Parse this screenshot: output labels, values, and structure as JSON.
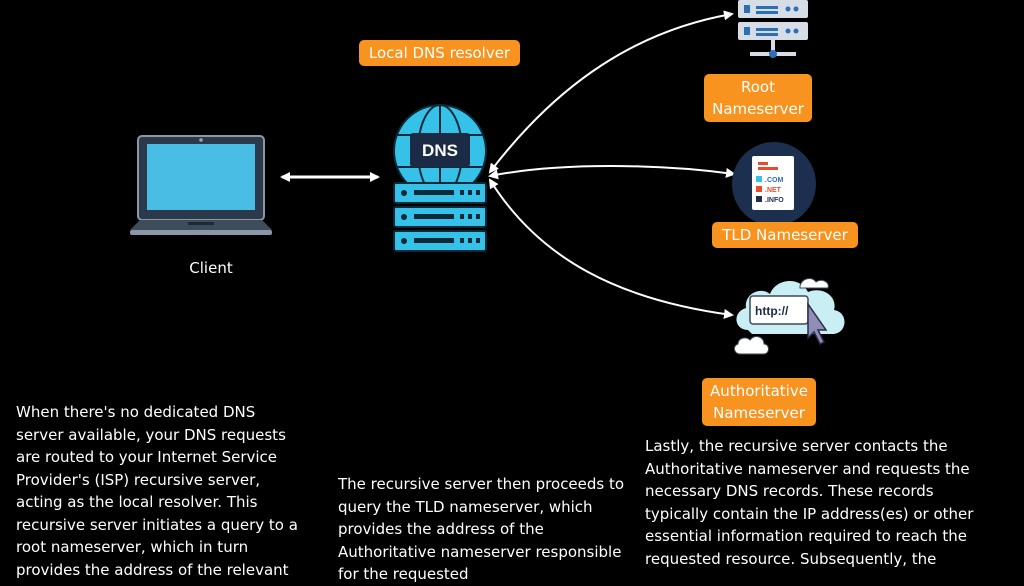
{
  "labels": {
    "resolver": "Local DNS resolver",
    "client": "Client",
    "root_line1": "Root",
    "root_line2": "Nameserver",
    "tld": "TLD Nameserver",
    "auth_line1": "Authoritative",
    "auth_line2": "Nameserver"
  },
  "icon_text": {
    "dns": "DNS",
    "com": ".COM",
    "net": ".NET",
    "info": ".INFO",
    "http": "http://"
  },
  "captions": {
    "left": "When there's no dedicated DNS server available, your DNS requests are routed to your Internet Service Provider's (ISP) recursive server, acting as the local resolver. This recursive server initiates a query to a root nameserver, which in turn provides the address of the relevant",
    "middle": "The recursive server then proceeds to query the TLD nameserver, which provides the address of the Authoritative nameserver responsible for the requested",
    "right": "Lastly, the recursive server contacts the Authoritative nameserver and requests the necessary DNS records. These records typically contain the IP address(es) or other essential information required to reach the requested resource. Subsequently, the"
  },
  "icons": [
    "laptop-icon",
    "dns-server-icon",
    "server-rack-icon",
    "domain-document-icon",
    "cloud-browser-icon"
  ],
  "colors": {
    "background": "#000000",
    "label_bg": "#f7931e",
    "server_cyan": "#36c2e8",
    "dark_navy": "#1b2b45"
  }
}
